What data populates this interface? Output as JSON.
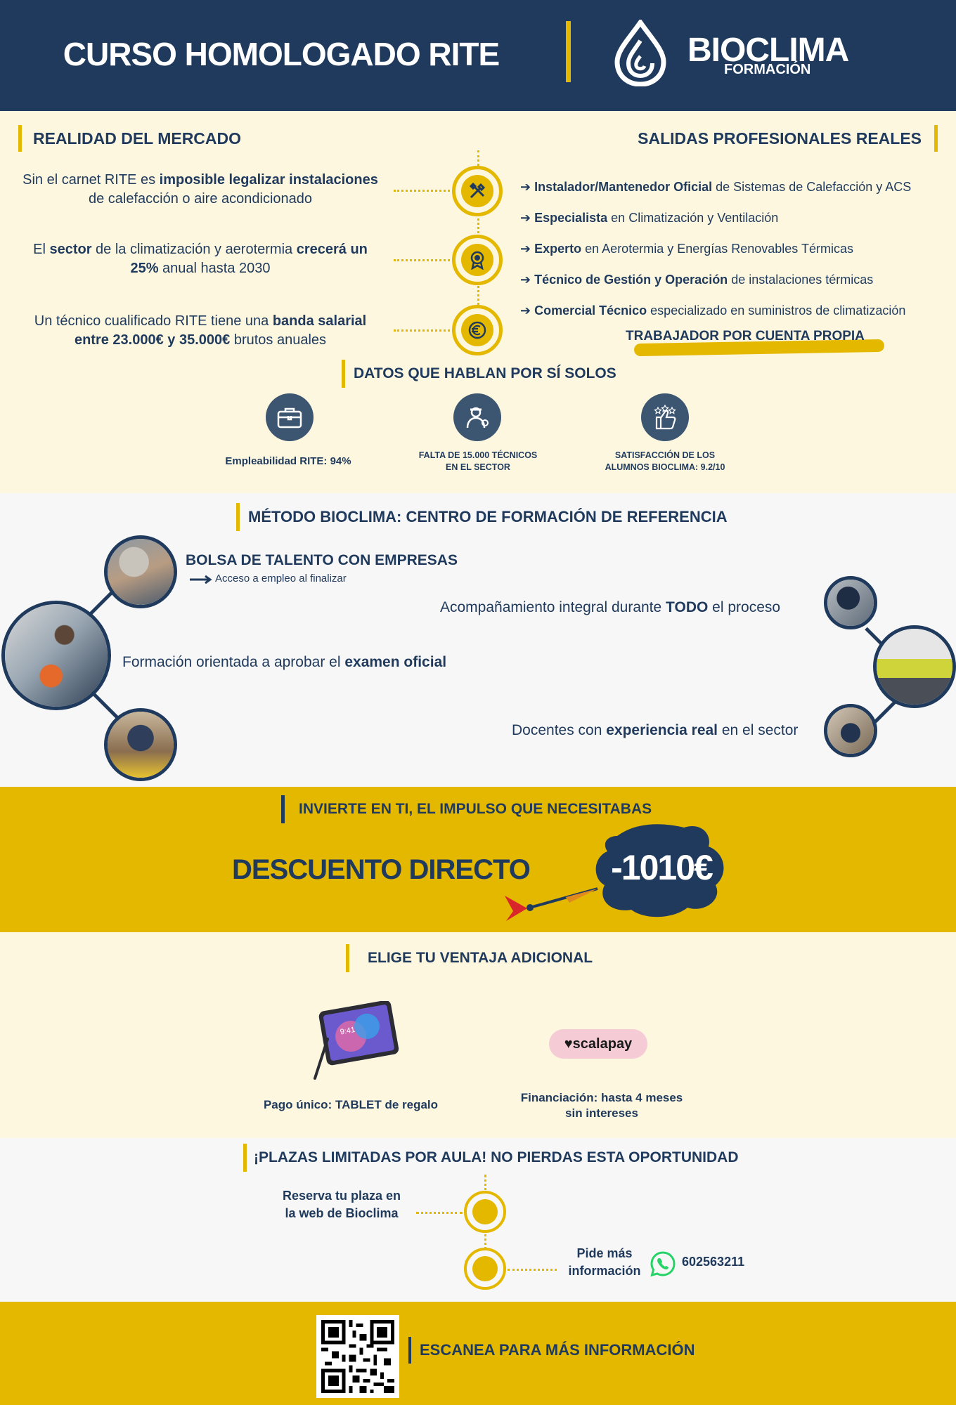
{
  "header": {
    "title": "CURSO HOMOLOGADO RITE",
    "brand": "BIOCLIMA",
    "brand_sub": "FORMACIÓN"
  },
  "market": {
    "heading": "REALIDAD DEL MERCADO",
    "stat1": {
      "a": "Sin el carnet RITE es ",
      "b": "imposible legalizar instalaciones",
      "c": "de calefacción o aire acondicionado"
    },
    "stat2": {
      "a": "El ",
      "b": "sector",
      "c": " de la climatización y aerotermia ",
      "d": "crecerá un",
      "e": "25%",
      "f": " anual hasta 2030"
    },
    "stat3": {
      "a": "Un técnico cualificado RITE tiene una ",
      "b": "banda salarial",
      "c": "entre 23.000€ y 35.000€",
      "d": " brutos anuales"
    },
    "icons": [
      "tools-icon",
      "award-icon",
      "euro-icon"
    ]
  },
  "jobs": {
    "heading": "SALIDAS PROFESIONALES REALES",
    "items": [
      {
        "bold": "Instalador/Mantenedor Oficial",
        "rest": " de Sistemas de Calefacción y ACS"
      },
      {
        "bold": "Especialista",
        "rest": " en Climatización y Ventilación"
      },
      {
        "bold": "Experto",
        "rest": " en Aerotermia y Energías Renovables Térmicas"
      },
      {
        "bold": "Técnico de Gestión y Operación",
        "rest": " de instalaciones térmicas"
      },
      {
        "bold": "Comercial Técnico",
        "rest": " especializado en suministros de climatización"
      }
    ],
    "arrow": "➔",
    "highlight": "TRABAJADOR POR CUENTA PROPIA"
  },
  "datos": {
    "heading": "DATOS QUE HABLAN POR SÍ SOLOS",
    "kpis": [
      {
        "label": "Empleabilidad RITE: 94%",
        "icon": "briefcase-icon"
      },
      {
        "label1": "FALTA DE 15.000 TÉCNICOS",
        "label2": "EN EL SECTOR",
        "icon": "technician-icon"
      },
      {
        "label1": "SATISFACCIÓN DE LOS",
        "label2": "ALUMNOS BIOCLIMA: 9.2/10",
        "icon": "thumbs-up-icon"
      }
    ]
  },
  "metodo": {
    "heading": "MÉTODO BIOCLIMA: CENTRO DE FORMACIÓN DE REFERENCIA",
    "bolsa_title": "BOLSA DE TALENTO CON EMPRESAS",
    "bolsa_sub": "Acceso a empleo al finalizar",
    "formacion": {
      "a": "Formación orientada a aprobar el ",
      "b": "examen oficial"
    },
    "acompana": {
      "a": "Acompañamiento integral durante ",
      "b": "TODO",
      "c": " el proceso"
    },
    "docentes": {
      "a": "Docentes con ",
      "b": "experiencia real",
      "c": " en el sector"
    }
  },
  "promo": {
    "heading": "INVIERTE EN TI, EL IMPULSO QUE NECESITABAS",
    "label": "DESCUENTO DIRECTO",
    "amount": "-1010€"
  },
  "ventaja": {
    "heading": "ELIGE TU VENTAJA ADICIONAL",
    "tablet_label": "Pago único: TABLET de regalo",
    "tablet_time": "9:41",
    "scalapay": "scalapay",
    "fin1": "Financiación: hasta 4 meses",
    "fin2": "sin intereses"
  },
  "plazas": {
    "heading": "¡PLAZAS LIMITADAS POR AULA! NO PIERDAS ESTA OPORTUNIDAD",
    "reserva1": "Reserva tu plaza en",
    "reserva2": "la web de Bioclima",
    "pide1": "Pide más",
    "pide2": "información",
    "phone": "602563211"
  },
  "footer": {
    "scan": "ESCANEA PARA MÁS INFORMACIÓN"
  },
  "colors": {
    "navy": "#1f3a5c",
    "gold": "#e5b800",
    "cream": "#fdf7e0",
    "whatsapp": "#25d366"
  }
}
